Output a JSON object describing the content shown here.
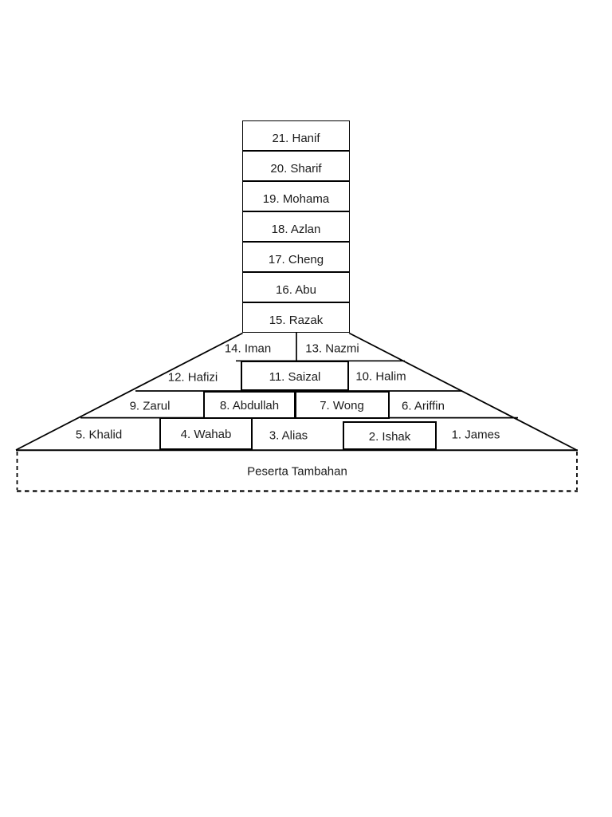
{
  "page": {
    "background_color": "#ffffff",
    "line_color": "#000000",
    "text_color": "#1b1b1b"
  },
  "diagram": {
    "type": "tournament-ladder-pyramid",
    "ladder": [
      {
        "rank": 21,
        "label": "21. Hanif"
      },
      {
        "rank": 20,
        "label": "20. Sharif"
      },
      {
        "rank": 19,
        "label": "19. Mohama"
      },
      {
        "rank": 18,
        "label": "18. Azlan"
      },
      {
        "rank": 17,
        "label": "17. Cheng"
      },
      {
        "rank": 16,
        "label": "16. Abu"
      },
      {
        "rank": 15,
        "label": "15. Razak"
      }
    ],
    "rows": [
      {
        "cells": [
          {
            "rank": 14,
            "label": "14. Iman"
          },
          {
            "rank": 13,
            "label": "13. Nazmi"
          }
        ]
      },
      {
        "cells": [
          {
            "rank": 12,
            "label": "12. Hafizi"
          },
          {
            "rank": 11,
            "label": "11. Saizal"
          },
          {
            "rank": 10,
            "label": "10. Halim"
          }
        ]
      },
      {
        "cells": [
          {
            "rank": 9,
            "label": "9. Zarul"
          },
          {
            "rank": 8,
            "label": "8. Abdullah"
          },
          {
            "rank": 7,
            "label": "7. Wong"
          },
          {
            "rank": 6,
            "label": "6. Ariffin"
          }
        ]
      },
      {
        "cells": [
          {
            "rank": 5,
            "label": "5. Khalid"
          },
          {
            "rank": 4,
            "label": "4. Wahab"
          },
          {
            "rank": 3,
            "label": "3. Alias"
          },
          {
            "rank": 2,
            "label": "2. Ishak"
          },
          {
            "rank": 1,
            "label": "1. James"
          }
        ]
      }
    ],
    "footer": {
      "label": "Peserta Tambahan"
    }
  }
}
